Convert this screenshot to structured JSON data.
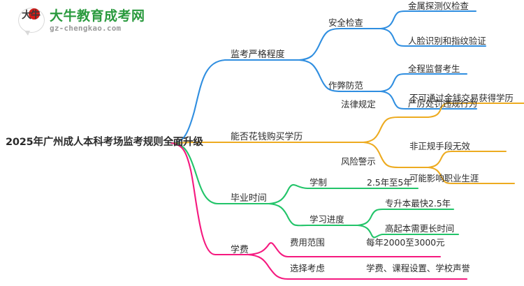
{
  "logo": {
    "emblem_text": "大牛",
    "title": "大牛教育成考网",
    "domain": "gz-chengkao.com",
    "colors": {
      "emblem_dot": "#d71c18",
      "title": "#2a9a3e",
      "domain": "#9a9a9a"
    }
  },
  "mindmap": {
    "root": {
      "label": "2025年广州成人本科考场监考规则全面升级"
    },
    "branches": [
      {
        "label": "监考严格程度",
        "color": "#2f8ee0",
        "children": [
          {
            "label": "安全检查",
            "leaves": [
              "金属探测仪检查",
              "人脸识别和指纹验证"
            ]
          },
          {
            "label": "作弊防范",
            "leaves": [
              "全程监督考生",
              "严厉处罚违规行为"
            ]
          }
        ]
      },
      {
        "label": "能否花钱购买学历",
        "color": "#edab20",
        "children": [
          {
            "label": "法律规定",
            "leaves": [
              "不可通过金钱交易获得学历"
            ]
          },
          {
            "label": "风险警示",
            "leaves": [
              "非正规手段无效",
              "可能影响职业生涯"
            ]
          }
        ]
      },
      {
        "label": "毕业时间",
        "color": "#22c469",
        "children": [
          {
            "label": "学制",
            "leaves": [
              "2.5年至5年"
            ]
          },
          {
            "label": "学习进度",
            "leaves": [
              "专升本最快2.5年",
              "高起本需更长时间"
            ]
          }
        ]
      },
      {
        "label": "学费",
        "color": "#f5197f",
        "children": [
          {
            "label": "费用范围",
            "leaves": [
              "每年2000至3000元"
            ]
          },
          {
            "label": "选择考虑",
            "leaves": [
              "学费、课程设置、学校声誉"
            ]
          }
        ]
      }
    ]
  }
}
